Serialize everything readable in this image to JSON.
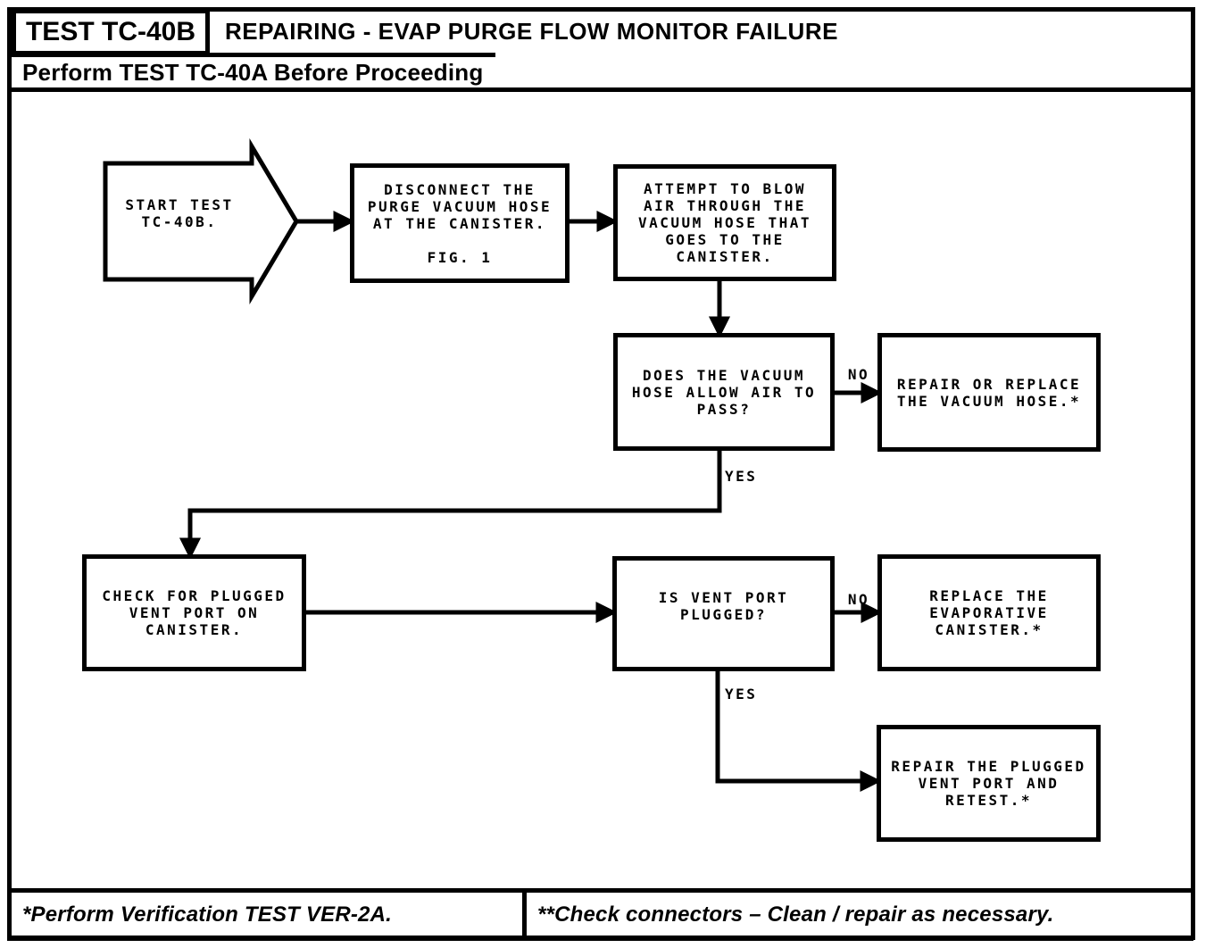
{
  "colors": {
    "ink": "#000000",
    "paper": "#ffffff"
  },
  "header": {
    "test_id": "TEST TC-40B",
    "title": "REPAIRING - EVAP PURGE FLOW MONITOR FAILURE",
    "subtitle": "Perform TEST TC-40A Before Proceeding"
  },
  "flowchart": {
    "nodes": {
      "start": "START TEST\nTC-40B.",
      "disconnect": "DISCONNECT THE\nPURGE VACUUM HOSE\nAT THE CANISTER.\n\nFIG. 1",
      "attempt": "ATTEMPT TO BLOW\nAIR THROUGH THE\nVACUUM HOSE THAT\nGOES TO THE\nCANISTER.",
      "q_hose_pass": "DOES THE VACUUM\nHOSE ALLOW AIR TO\nPASS?",
      "repair_hose": "REPAIR OR REPLACE\nTHE VACUUM HOSE.*",
      "check_vent": "CHECK FOR PLUGGED\nVENT PORT ON\nCANISTER.",
      "q_vent_plugged": "IS VENT PORT\nPLUGGED?",
      "replace_canister": "REPLACE THE\nEVAPORATIVE\nCANISTER.*",
      "repair_vent": "REPAIR THE PLUGGED\nVENT PORT AND\nRETEST.*"
    },
    "labels": {
      "no1": "NO",
      "yes1": "YES",
      "no2": "NO",
      "yes2": "YES"
    }
  },
  "footer": {
    "note1": "*Perform Verification TEST VER-2A.",
    "note2": "**Check connectors – Clean / repair as necessary."
  }
}
